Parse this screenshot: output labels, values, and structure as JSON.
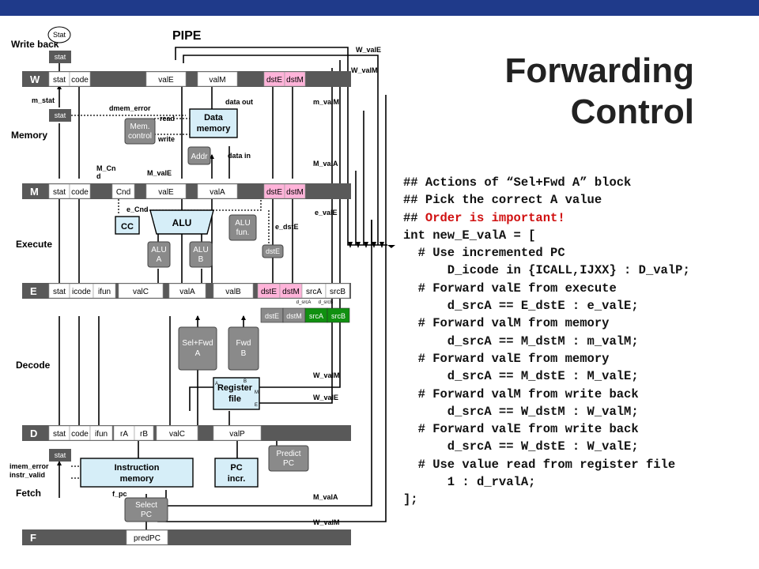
{
  "title": "Forwarding Control",
  "title_lines": [
    "Forwarding",
    "Control"
  ],
  "code_lines": [
    "## Actions of “Sel+Fwd A” block",
    "## Pick the correct A value",
    "## Order is important!",
    "int new_E_valA = [",
    "  # Use incremented PC",
    "      D_icode in {ICALL,IJXX} : D_valP;",
    "  # Forward valE from execute",
    "      d_srcA == E_dstE : e_valE;",
    "  # Forward valM from memory",
    "      d_srcA == M_dstM : m_valM;",
    "  # Forward valE from memory",
    "      d_srcA == M_dstE : M_valE;",
    "  # Forward valM from write back",
    "      d_srcA == W_dstM : W_valM;",
    "  # Forward valE from write back",
    "      d_srcA == W_dstE : W_valE;",
    "  # Use value read from register file",
    "      1 : d_rvalA;",
    "];"
  ],
  "code_prefix_plain": "## ",
  "code_red_part": "Order is important!",
  "diagram": {
    "pipe_label": "PIPE",
    "stages": {
      "write_back": "Write back",
      "memory": "Memory",
      "execute": "Execute",
      "decode": "Decode",
      "fetch": "Fetch"
    },
    "stat_top": "Stat",
    "stat": "stat",
    "reg_W": {
      "name": "W",
      "fields": [
        "stat",
        "code",
        "valE",
        "valM",
        "dstE",
        "dstM"
      ]
    },
    "reg_M": {
      "name": "M",
      "fields": [
        "stat",
        "code",
        "Cnd",
        "valE",
        "valA",
        "dstE",
        "dstM"
      ]
    },
    "reg_E": {
      "name": "E",
      "fields": [
        "stat",
        "icode",
        "ifun",
        "valC",
        "valA",
        "valB",
        "dstE",
        "dstM",
        "srcA",
        "srcB"
      ]
    },
    "reg_D": {
      "name": "D",
      "fields": [
        "stat",
        "code",
        "ifun",
        "rA",
        "rB",
        "valC",
        "valP"
      ]
    },
    "reg_F": {
      "name": "F",
      "fields": [
        "predPC"
      ]
    },
    "decode_fields": [
      "dstE",
      "dstM",
      "srcA",
      "srcB"
    ],
    "decode_small": [
      "d_srcA",
      "d_srcB"
    ],
    "blocks": {
      "data_memory": [
        "Data",
        "memory"
      ],
      "mem_control": [
        "Mem.",
        "control"
      ],
      "addr": "Addr",
      "alu": "ALU",
      "cc": "CC",
      "alu_a": [
        "ALU",
        "A"
      ],
      "alu_b": [
        "ALU",
        "B"
      ],
      "alu_fun": [
        "ALU",
        "fun."
      ],
      "dstE_box": "dstE",
      "sel_fwd_a": [
        "Sel+Fwd",
        "A"
      ],
      "fwd_b": [
        "Fwd",
        "B"
      ],
      "register_file": [
        "Register",
        "file"
      ],
      "regfile_ports": [
        "A",
        "B",
        "M",
        "E"
      ],
      "instruction_memory": [
        "Instruction",
        "memory"
      ],
      "pc_incr": [
        "PC",
        "incr."
      ],
      "predict_pc": [
        "Predict",
        "PC"
      ],
      "select_pc": [
        "Select",
        "PC"
      ]
    },
    "signals": {
      "W_valE": "W_valE",
      "W_valM": "W_valM",
      "m_valM": "m_valM",
      "M_valA": "M_valA",
      "e_valE": "e_valE",
      "e_dstE": "e_dstE",
      "M_valE": "M_valE",
      "M_Cnd": [
        "M_Cn",
        "d"
      ],
      "e_Cnd": "e_Cnd",
      "m_stat": "m_stat",
      "dmem_error": "dmem_error",
      "read": "read",
      "write": "write",
      "data_out": "data out",
      "data_in": "data in",
      "imem_error": "imem_error",
      "instr_valid": "instr_valid",
      "f_pc": "f_pc"
    }
  },
  "colors": {
    "banner": "#1f3a8a",
    "pipeline_register": "#595959",
    "field_label_bg": "#ffffff",
    "dst_fields": "#ffb3d9",
    "src_fields": "#109010",
    "blue_block": "#d6eef8",
    "gray_block": "#8a8a8a",
    "code_highlight": "#d01010"
  }
}
